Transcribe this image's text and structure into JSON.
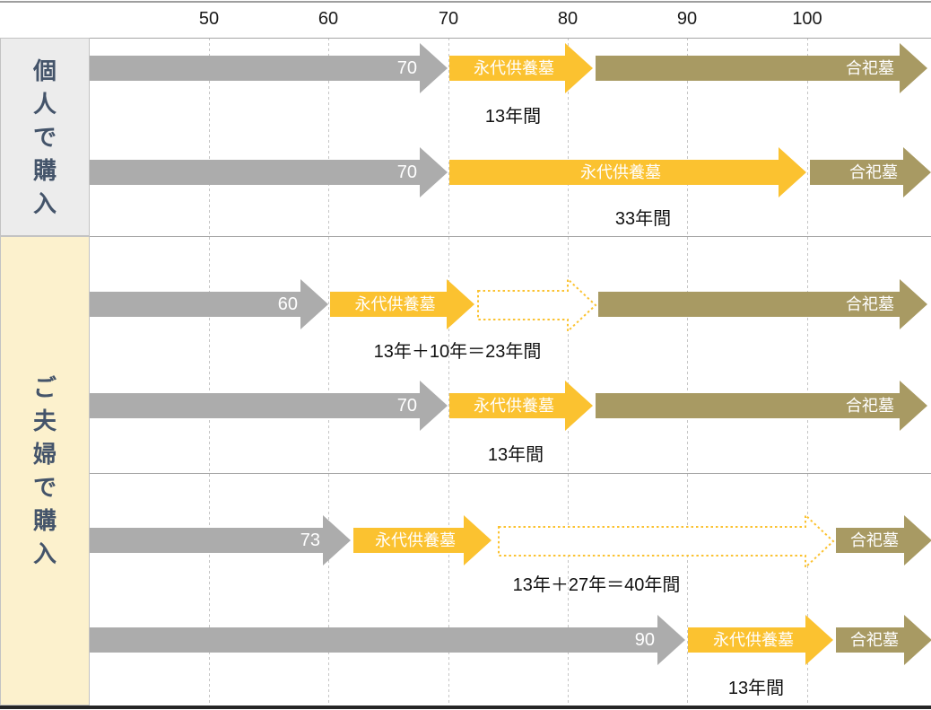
{
  "axis": {
    "ticks": [
      "50",
      "60",
      "70",
      "80",
      "90",
      "100"
    ]
  },
  "sidebar": {
    "sections": [
      {
        "name": "個人で購入",
        "chars": [
          "個",
          "人",
          "で",
          "購",
          "入"
        ]
      },
      {
        "name": "ご夫婦で購入",
        "chars": [
          "ご",
          "夫",
          "婦",
          "で",
          "購",
          "入"
        ]
      }
    ]
  },
  "arrow_labels": {
    "eternal": "永代供養墓",
    "communal": "合祀墓"
  },
  "rows": [
    {
      "start_age": "70",
      "caption": "13年間"
    },
    {
      "start_age": "70",
      "caption": "33年間"
    },
    {
      "start_age": "60",
      "caption": "13年＋10年＝23年間"
    },
    {
      "start_age": "70",
      "caption": "13年間"
    },
    {
      "start_age": "73",
      "caption": "13年＋27年＝40年間"
    },
    {
      "start_age": "90",
      "caption": "13年間"
    }
  ],
  "colors": {
    "yellow": "#FBC230",
    "olive": "#A89A63",
    "gray": "#ACACAC",
    "sidebar_gray_bg": "#ECECEC",
    "sidebar_cream_bg": "#FCF1CD",
    "sidebar_text": "#44546A"
  }
}
